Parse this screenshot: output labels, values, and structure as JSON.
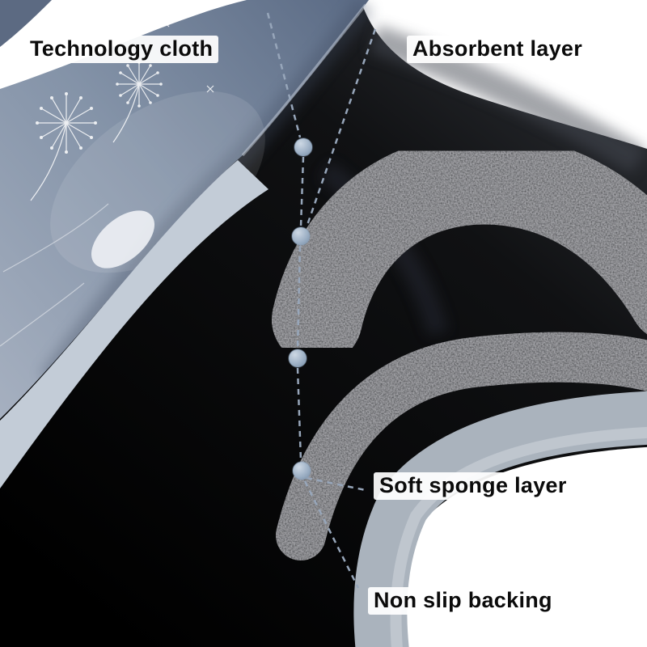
{
  "meta": {
    "title": "Absorbent mat layer structure diagram",
    "background": "#ffffff",
    "marker_dot_count": 4
  },
  "callouts": [
    {
      "id": "technology-cloth",
      "label": "Technology cloth"
    },
    {
      "id": "absorbent-layer",
      "label": "Absorbent layer"
    },
    {
      "id": "soft-sponge-layer",
      "label": "Soft sponge layer"
    },
    {
      "id": "non-slip-backing",
      "label": "Non slip backing"
    }
  ],
  "colors": {
    "background": "#ffffff",
    "fabric_blue_gray": "#8493a8",
    "fabric_dark": "#5a6a84",
    "edge_strip_gray": "#c3ccd7",
    "rubber_black": "#101113",
    "texture_dark_gray": "#35373b",
    "backing_gray": "#aab3bd",
    "connector_blue_gray": "#97a6ba",
    "marker_dot": "#9cafc4",
    "label_text": "#0b0b0b"
  }
}
